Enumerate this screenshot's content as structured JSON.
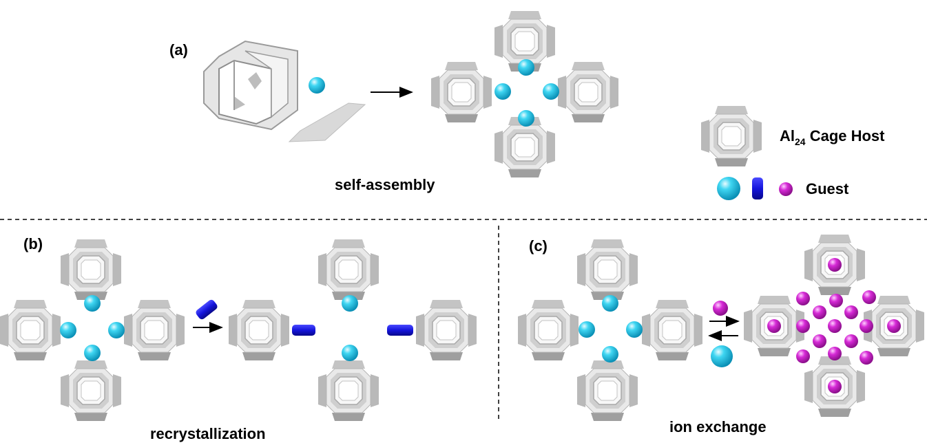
{
  "panels": {
    "a": {
      "tag": "(a)",
      "caption": "self-assembly"
    },
    "b": {
      "tag": "(b)",
      "caption": "recrystallization"
    },
    "c": {
      "tag": "(c)",
      "caption": "ion exchange"
    }
  },
  "legend": {
    "host_prefix": "Al",
    "host_subscript": "24",
    "host_suffix": " Cage Host",
    "guest_label": "Guest"
  },
  "colors": {
    "cage_light": "#f2f2f2",
    "cage_mid": "#d6d6d6",
    "cage_dark": "#a9a9a9",
    "guest_cyan": "#1ec8e8",
    "guest_blue": "#1414dc",
    "guest_magenta": "#d020d0"
  },
  "icons": [
    "cage-icon",
    "cyan-sphere-icon",
    "blue-rod-icon",
    "magenta-sphere-icon",
    "arrow-right-icon",
    "arrow-left-icon"
  ]
}
